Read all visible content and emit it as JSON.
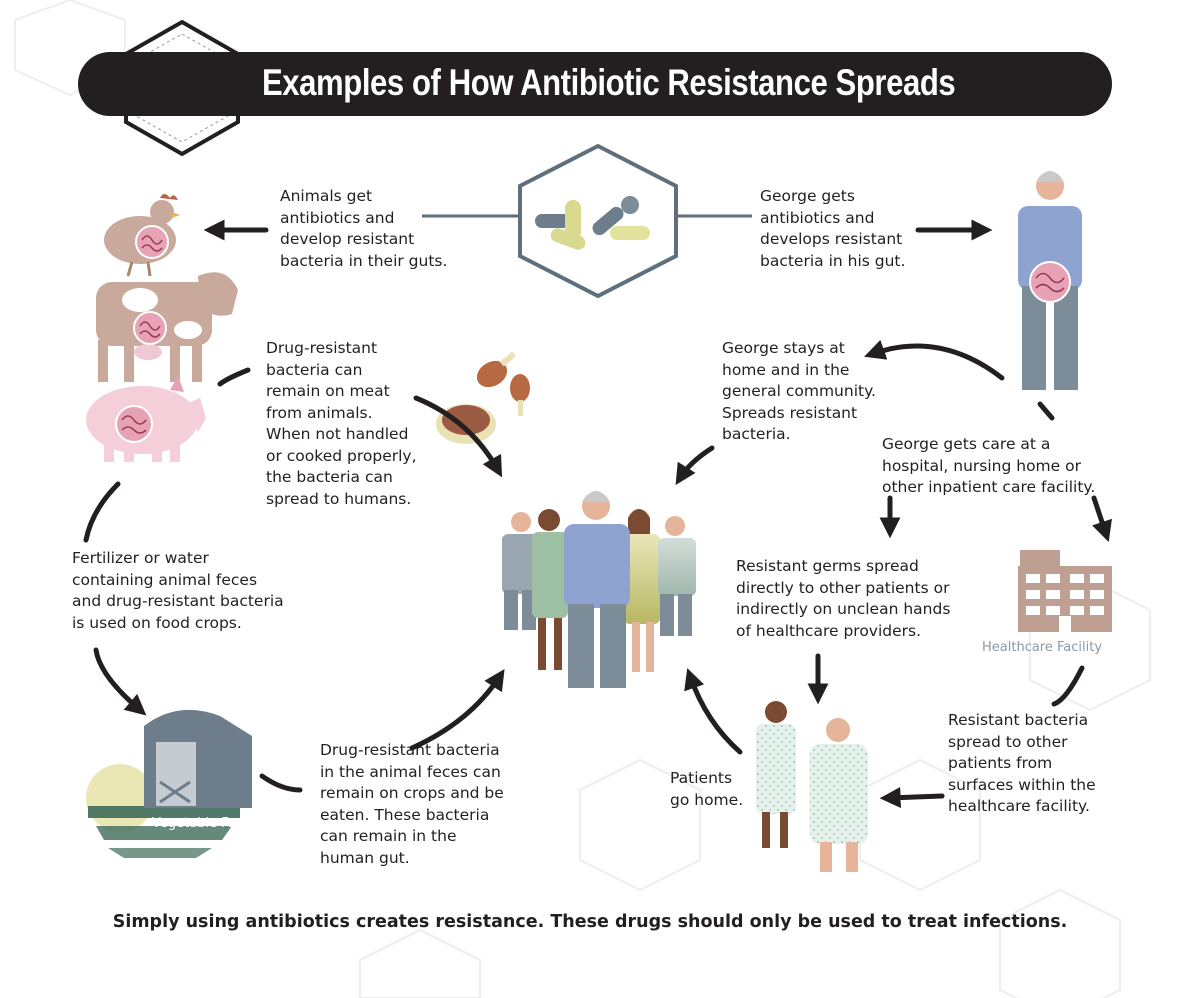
{
  "title": "Examples of How Antibiotic Resistance Spreads",
  "steps": {
    "animals_get_antibiotics": "Animals get\nantibiotics and\ndevelop resistant\nbacteria in their guts.",
    "george_gets_antibiotics": "George gets\nantibiotics and\ndevelops resistant\nbacteria in his gut.",
    "meat": "Drug-resistant\nbacteria can\nremain on meat\nfrom animals.\nWhen not handled\nor cooked properly,\nthe bacteria can\nspread to humans.",
    "community": "George stays at\nhome and in the\ngeneral community.\nSpreads resistant\nbacteria.",
    "hospital_care": "George gets care at a\nhospital, nursing home or\nother inpatient care facility.",
    "fertilizer": "Fertilizer or water\ncontaining animal feces\nand drug-resistant bacteria\nis used on food crops.",
    "germs_spread": "Resistant germs spread\ndirectly to other patients or\nindirectly on unclean hands\nof healthcare providers.",
    "crops": "Drug-resistant bacteria\nin the animal feces can\nremain on crops and be\neaten. These bacteria\ncan remain in the\nhuman gut.",
    "patients_home": "Patients\ngo home.",
    "surfaces": "Resistant bacteria\nspread to other\npatients from\nsurfaces within the\nhealthcare facility."
  },
  "labels": {
    "healthcare_facility": "Healthcare Facility",
    "vegetable_farm": "Vegetable Farm"
  },
  "footer": "Simply using antibiotics creates resistance.  These drugs should only be used to treat infections.",
  "icons": [
    "pill-icon",
    "pills-hexagon-icon",
    "chicken-icon",
    "cow-icon",
    "pig-icon",
    "meat-icon",
    "man-icon",
    "people-group-icon",
    "building-icon",
    "barn-icon",
    "patients-icon",
    "arrow-icon"
  ],
  "colors": {
    "header_bg": "#231f20",
    "arrow": "#231f20",
    "hexagon_stroke": "#5f6f7d",
    "gut_pink": "#e7a3b5",
    "building": "#c09f93",
    "shirt_blue": "#8ea3cf",
    "pants_gray": "#7c8c98",
    "farm_green": "#3f6b5a"
  }
}
